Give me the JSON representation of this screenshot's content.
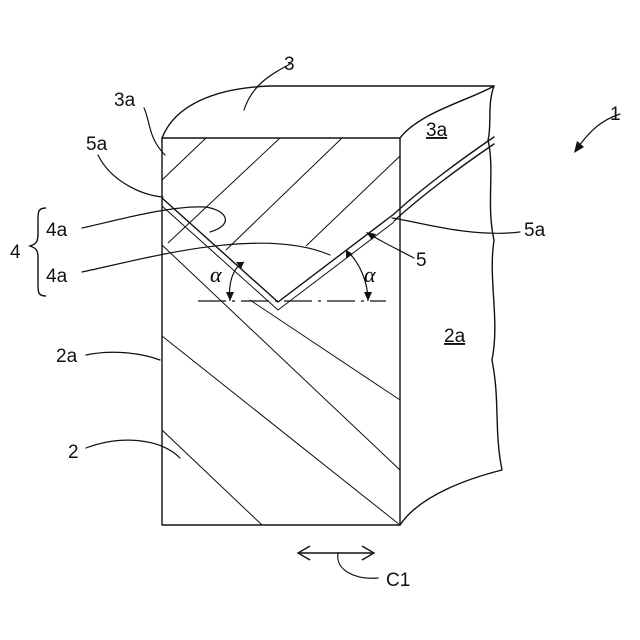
{
  "figure": {
    "labels": {
      "assembly": "1",
      "base_block": "2",
      "base_face_front": "2a",
      "base_face_side": "2a",
      "top_member": "3",
      "top_face_left": "3a",
      "top_face_right": "3a",
      "bond_group": "4",
      "bond_face_upper": "4a",
      "bond_face_lower": "4a",
      "v_groove": "5",
      "groove_edge_left": "5a",
      "groove_edge_right": "5a",
      "angle_left": "α",
      "angle_right": "α",
      "direction": "C1"
    },
    "colors": {
      "line": "#111111",
      "background": "#ffffff"
    }
  }
}
